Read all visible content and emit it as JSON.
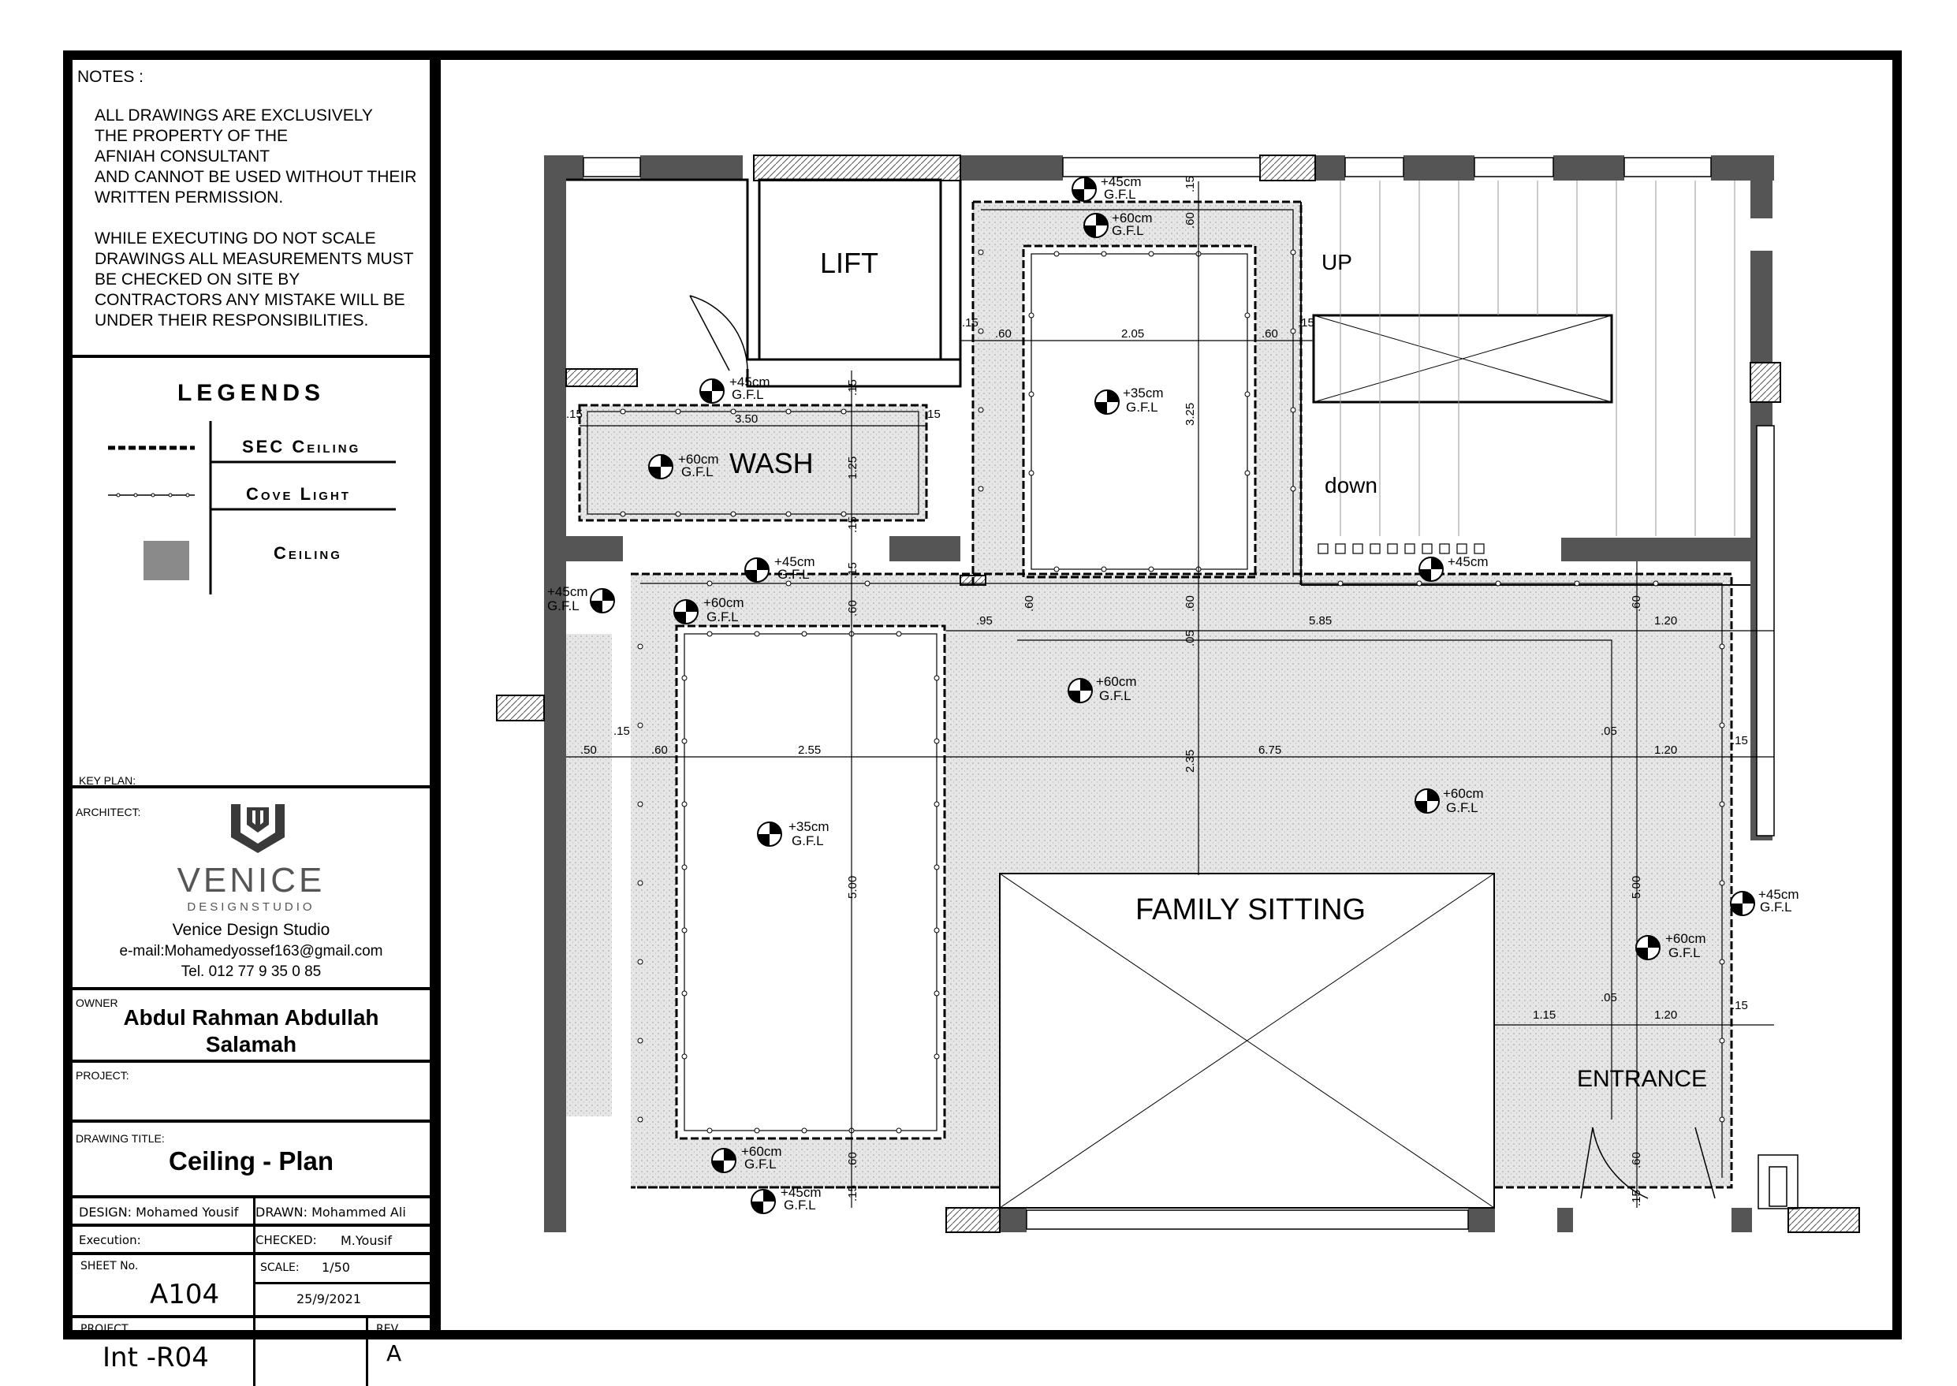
{
  "notes": {
    "title": "NOTES :",
    "text": "ALL DRAWINGS ARE EXCLUSIVELY\nTHE PROPERTY OF THE\nAFNIAH CONSULTANT\nAND CANNOT BE USED WITHOUT THEIR\nWRITTEN PERMISSION.\n\nWHILE EXECUTING DO NOT SCALE\nDRAWINGS ALL MEASUREMENTS MUST\nBE CHECKED ON SITE BY\nCONTRACTORS ANY MISTAKE WILL BE\nUNDER THEIR RESPONSIBILITIES."
  },
  "legends": {
    "title": "LEGENDS",
    "items": [
      "SEC Ceiling",
      "Cove Light",
      "Ceiling"
    ]
  },
  "key_plan_label": "KEY PLAN:",
  "architect": {
    "label": "ARCHITECT:",
    "logo_text": "VENICE",
    "logo_sub": "DESIGNSTUDIO",
    "name": "Venice Design Studio",
    "email": "e-mail:Mohamedyossef163@gmail.com",
    "tel": "Tel. 012 77 9 35 0 85"
  },
  "owner": {
    "label": "OWNER",
    "name": "Abdul Rahman Abdullah\nSalamah"
  },
  "project": {
    "label": "PROJECT:"
  },
  "drawing_title": {
    "label": "DRAWING TITLE:",
    "value": "Ceiling - Plan"
  },
  "info": {
    "design": "DESIGN: Mohamed Yousif",
    "drawn": "DRAWN:  Mohammed Ali",
    "execution": "Execution:",
    "checked_label": "CHECKED:",
    "checked_value": "M.Yousif",
    "sheet_label": "SHEET  No.",
    "sheet_value": "A104",
    "scale_label": "SCALE:",
    "scale_value": "1/50",
    "date": "25/9/2021",
    "project_label": "PROJECT",
    "project_value": "Int -R04",
    "rev_label": "REV.",
    "rev_value": "A"
  },
  "plan": {
    "rooms": {
      "lift": "LIFT",
      "wash": "WASH",
      "up": "UP",
      "down": "down",
      "family": "FAMILY SITTING",
      "entrance": "ENTRANCE"
    },
    "levels": [
      "+45cm",
      "+60cm",
      "+35cm",
      "G.F.L"
    ],
    "dims": [
      ".15",
      ".60",
      "2.05",
      "3.25",
      "3.50",
      "1.25",
      ".95",
      "5.85",
      "1.20",
      ".50",
      "2.55",
      "2.35",
      "6.75",
      "5.00",
      ".05",
      "1.15"
    ]
  }
}
